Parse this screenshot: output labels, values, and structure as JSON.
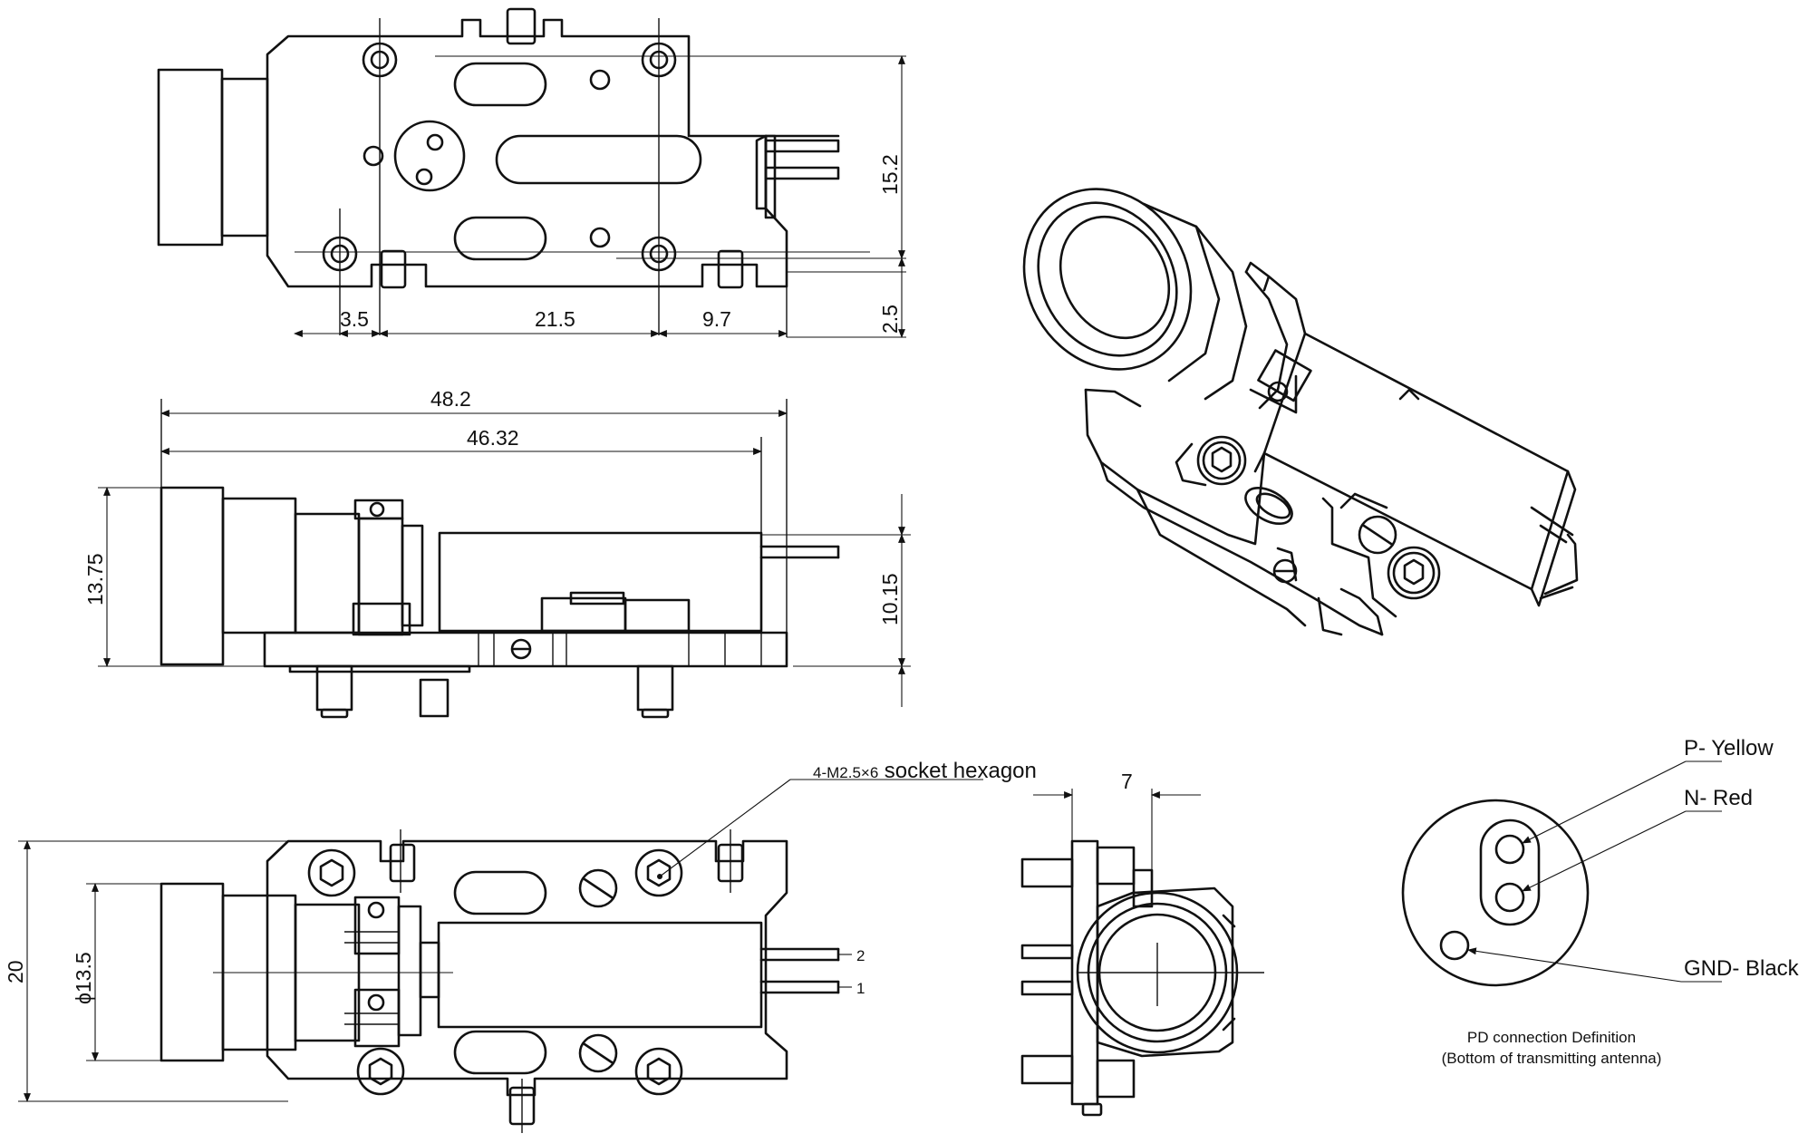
{
  "dimensions": {
    "top_width_left": "3.5",
    "top_width_mid": "21.5",
    "top_width_right": "9.7",
    "top_height": "15.2",
    "top_offset": "2.5",
    "side_length_total": "48.2",
    "side_length_body": "46.32",
    "side_height_total": "13.75",
    "side_height_body": "10.15",
    "front_height": "20",
    "lens_diameter": "ϕ13.5",
    "end_width": "7"
  },
  "labels": {
    "screw_prefix": "4-M2.5×6",
    "screw_suffix": "socket hexagon",
    "pin_2": "2",
    "pin_1": "1"
  },
  "pd_connection": {
    "p": "P- Yellow",
    "n": "N- Red",
    "gnd": "GND- Black",
    "caption_line1": "PD connection Definition",
    "caption_line2": "(Bottom of transmitting antenna)"
  }
}
